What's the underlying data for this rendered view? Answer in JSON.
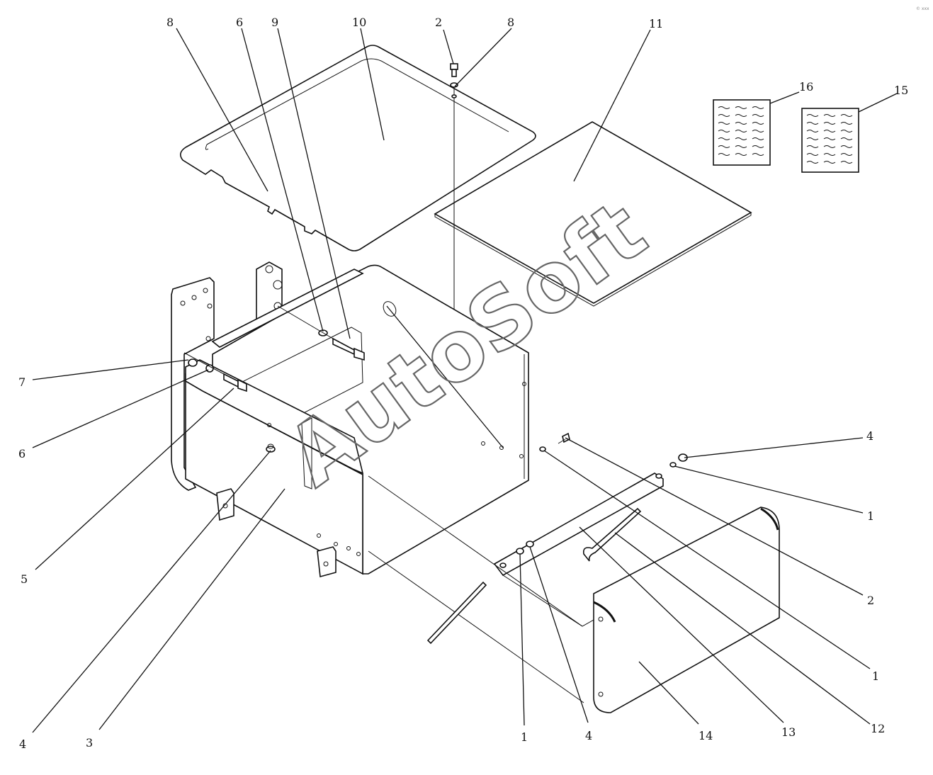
{
  "watermark": "AutoSoft",
  "corner_mark": "© xxx",
  "callouts": [
    {
      "id": "c-8-top",
      "label": "8"
    },
    {
      "id": "c-6-top",
      "label": "6"
    },
    {
      "id": "c-9",
      "label": "9"
    },
    {
      "id": "c-10",
      "label": "10"
    },
    {
      "id": "c-2-top",
      "label": "2"
    },
    {
      "id": "c-8-right",
      "label": "8"
    },
    {
      "id": "c-11",
      "label": "11"
    },
    {
      "id": "c-16",
      "label": "16"
    },
    {
      "id": "c-15",
      "label": "15"
    },
    {
      "id": "c-7",
      "label": "7"
    },
    {
      "id": "c-6-left",
      "label": "6"
    },
    {
      "id": "c-5",
      "label": "5"
    },
    {
      "id": "c-4-left",
      "label": "4"
    },
    {
      "id": "c-3",
      "label": "3"
    },
    {
      "id": "c-4-right",
      "label": "4"
    },
    {
      "id": "c-1-right",
      "label": "1"
    },
    {
      "id": "c-2-right",
      "label": "2"
    },
    {
      "id": "c-1-lower",
      "label": "1"
    },
    {
      "id": "c-12",
      "label": "12"
    },
    {
      "id": "c-13",
      "label": "13"
    },
    {
      "id": "c-14",
      "label": "14"
    },
    {
      "id": "c-4-bottom",
      "label": "4"
    },
    {
      "id": "c-1-bottom",
      "label": "1"
    }
  ]
}
